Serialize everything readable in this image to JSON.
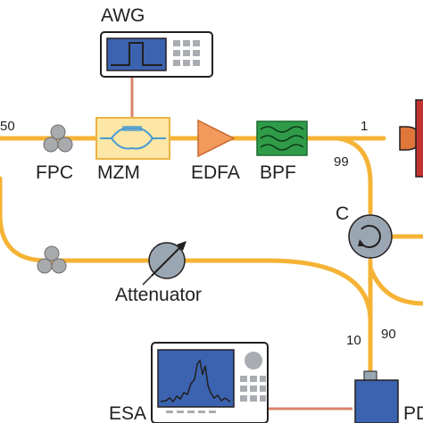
{
  "diagram": {
    "labels": {
      "awg": "AWG",
      "fpc": "FPC",
      "mzm": "MZM",
      "edfa": "EDFA",
      "bpf": "BPF",
      "circulator": "C",
      "attenuator": "Attenuator",
      "esa": "ESA",
      "pd": "PD"
    },
    "split_ratios": {
      "left_coupler": "50",
      "port_1": "1",
      "port_99": "99",
      "port_10": "10",
      "port_90": "90"
    },
    "colors": {
      "fiber": "#f5b335",
      "awg_link": "#d9836b",
      "instrument_screen": "#3b63b0",
      "mzm_fill": "#fde7a6",
      "edfa_fill": "#f19a5c",
      "bpf_fill": "#2f9b48",
      "circulator_fill": "#9aa7b3",
      "pd_fill": "#3b63b0",
      "detector_fill": "#e0763a",
      "detector_plate": "#c4322f"
    },
    "icons": [
      "polarization-controller-icon",
      "modulator-icon",
      "amplifier-icon",
      "bandpass-filter-icon",
      "circulator-icon",
      "variable-attenuator-icon",
      "photodetector-icon"
    ]
  }
}
